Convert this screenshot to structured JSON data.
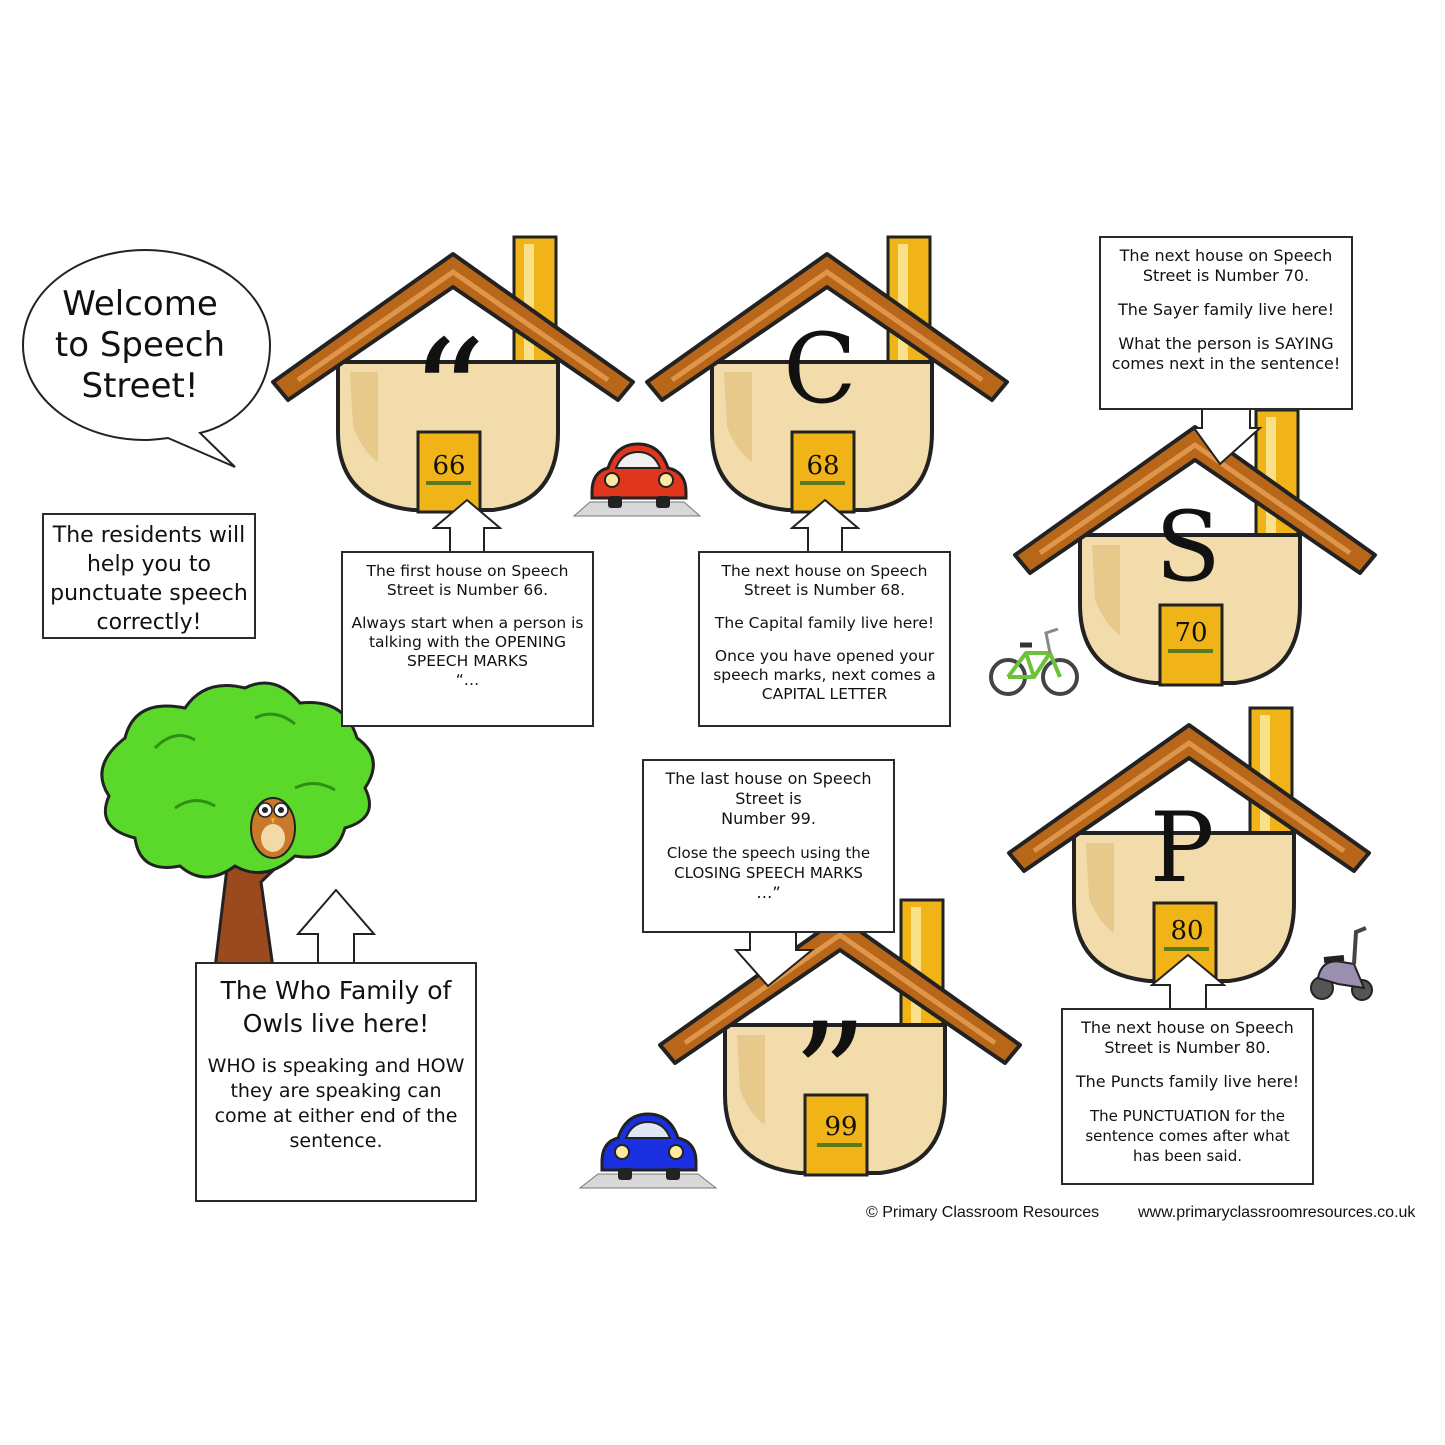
{
  "welcome": {
    "line1": "Welcome",
    "line2": "to Speech",
    "line3": "Street!"
  },
  "residents": {
    "line1": "The residents will",
    "line2": "help you to",
    "line3": "punctuate speech",
    "line4": "correctly!"
  },
  "houses": [
    {
      "letter": "“",
      "number": "66"
    },
    {
      "letter": "C",
      "number": "68"
    },
    {
      "letter": "S",
      "number": "70"
    },
    {
      "letter": "P",
      "number": "80"
    },
    {
      "letter": "”",
      "number": "99"
    }
  ],
  "box66": {
    "l1": "The first house on Speech",
    "l2": "Street is Number 66.",
    "l3": "Always start when a person is",
    "l4": "talking with the OPENING",
    "l5": "SPEECH MARKS",
    "l6": "“…"
  },
  "box68": {
    "l1": "The next house on Speech",
    "l2": "Street is Number 68.",
    "l3": "The Capital family live here!",
    "l4": "Once you have opened your",
    "l5": "speech marks, next comes a",
    "l6": "CAPITAL LETTER"
  },
  "box70": {
    "l1": "The next house on Speech",
    "l2": "Street is Number 70.",
    "l3": "The Sayer family live here!",
    "l4": "What the person is SAYING",
    "l5": "comes next in the sentence!"
  },
  "box99": {
    "l1": "The last house on Speech",
    "l2": "Street is",
    "l3": "Number 99.",
    "l4": "Close the speech using the",
    "l5": "CLOSING SPEECH MARKS",
    "l6": "…”"
  },
  "box80": {
    "l1": "The next house on Speech",
    "l2": "Street is Number 80.",
    "l3": "The Puncts family live here!",
    "l4": "The PUNCTUATION for the",
    "l5": "sentence comes after what",
    "l6": "has been said."
  },
  "owls": {
    "l1": "The Who Family of",
    "l2": "Owls live here!",
    "l3": "WHO is speaking and HOW",
    "l4": "they are speaking can",
    "l5": "come at either end of the",
    "l6": "sentence."
  },
  "footer": {
    "copyright": "© Primary Classroom Resources",
    "url": "www.primaryclassroomresources.co.uk"
  },
  "colors": {
    "roof": "#b8661a",
    "wall": "#f2dcac",
    "door": "#f0b418",
    "chimney": "#f0b418",
    "tree": "#5bd92b",
    "trunk": "#9a4a1c",
    "car_red": "#e0361e",
    "car_blue": "#1a2fe0"
  }
}
